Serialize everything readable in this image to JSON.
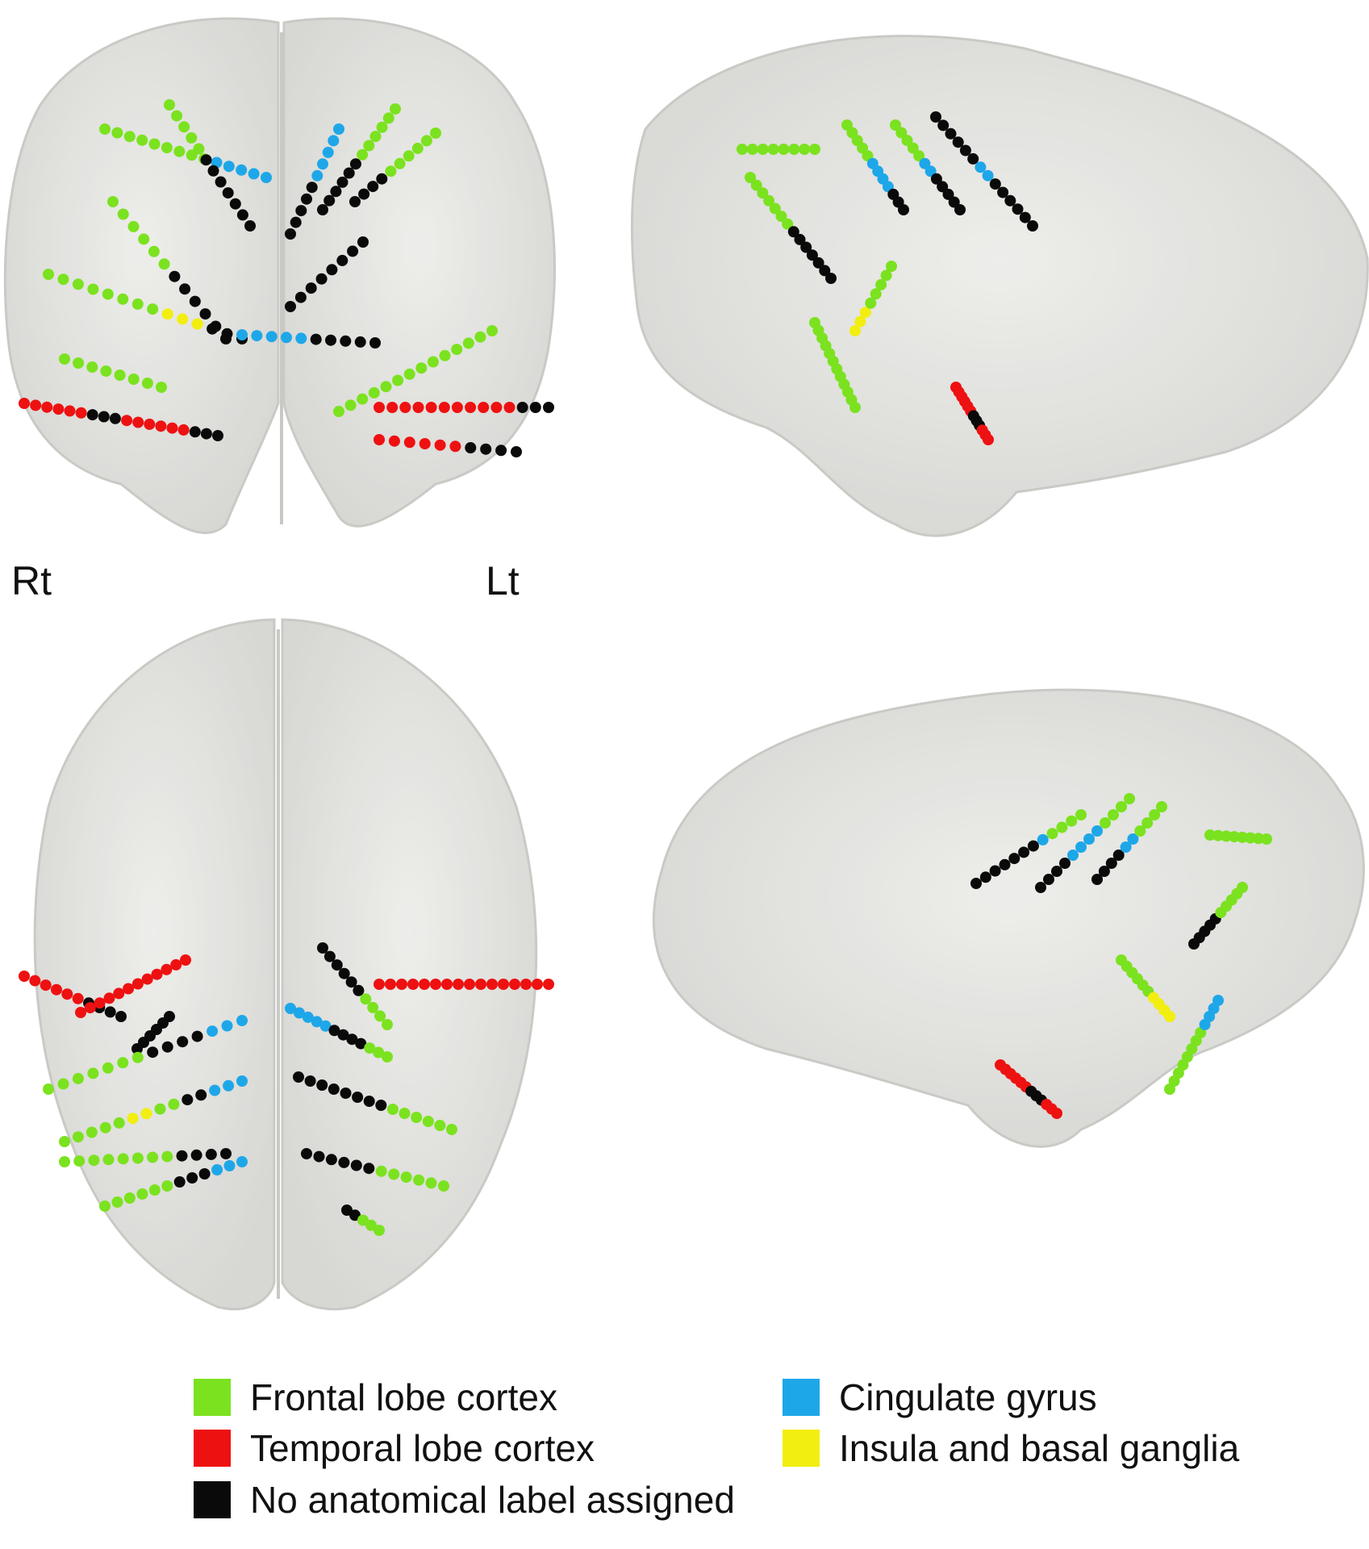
{
  "orientation": {
    "right": "Rt",
    "left": "Lt"
  },
  "legend": [
    {
      "label": "Frontal lobe cortex",
      "color": "#7be21f"
    },
    {
      "label": "Cingulate gyrus",
      "color": "#1ea7e8"
    },
    {
      "label": "Temporal lobe cortex",
      "color": "#ee1111"
    },
    {
      "label": "Insula and basal ganglia",
      "color": "#f2ee10"
    },
    {
      "label": "No anatomical label assigned",
      "color": "#0a0a0a"
    }
  ],
  "colors": {
    "brain_fill": "#d8d8d4",
    "brain_stroke": "#bdbdb8",
    "background": "#ffffff"
  }
}
